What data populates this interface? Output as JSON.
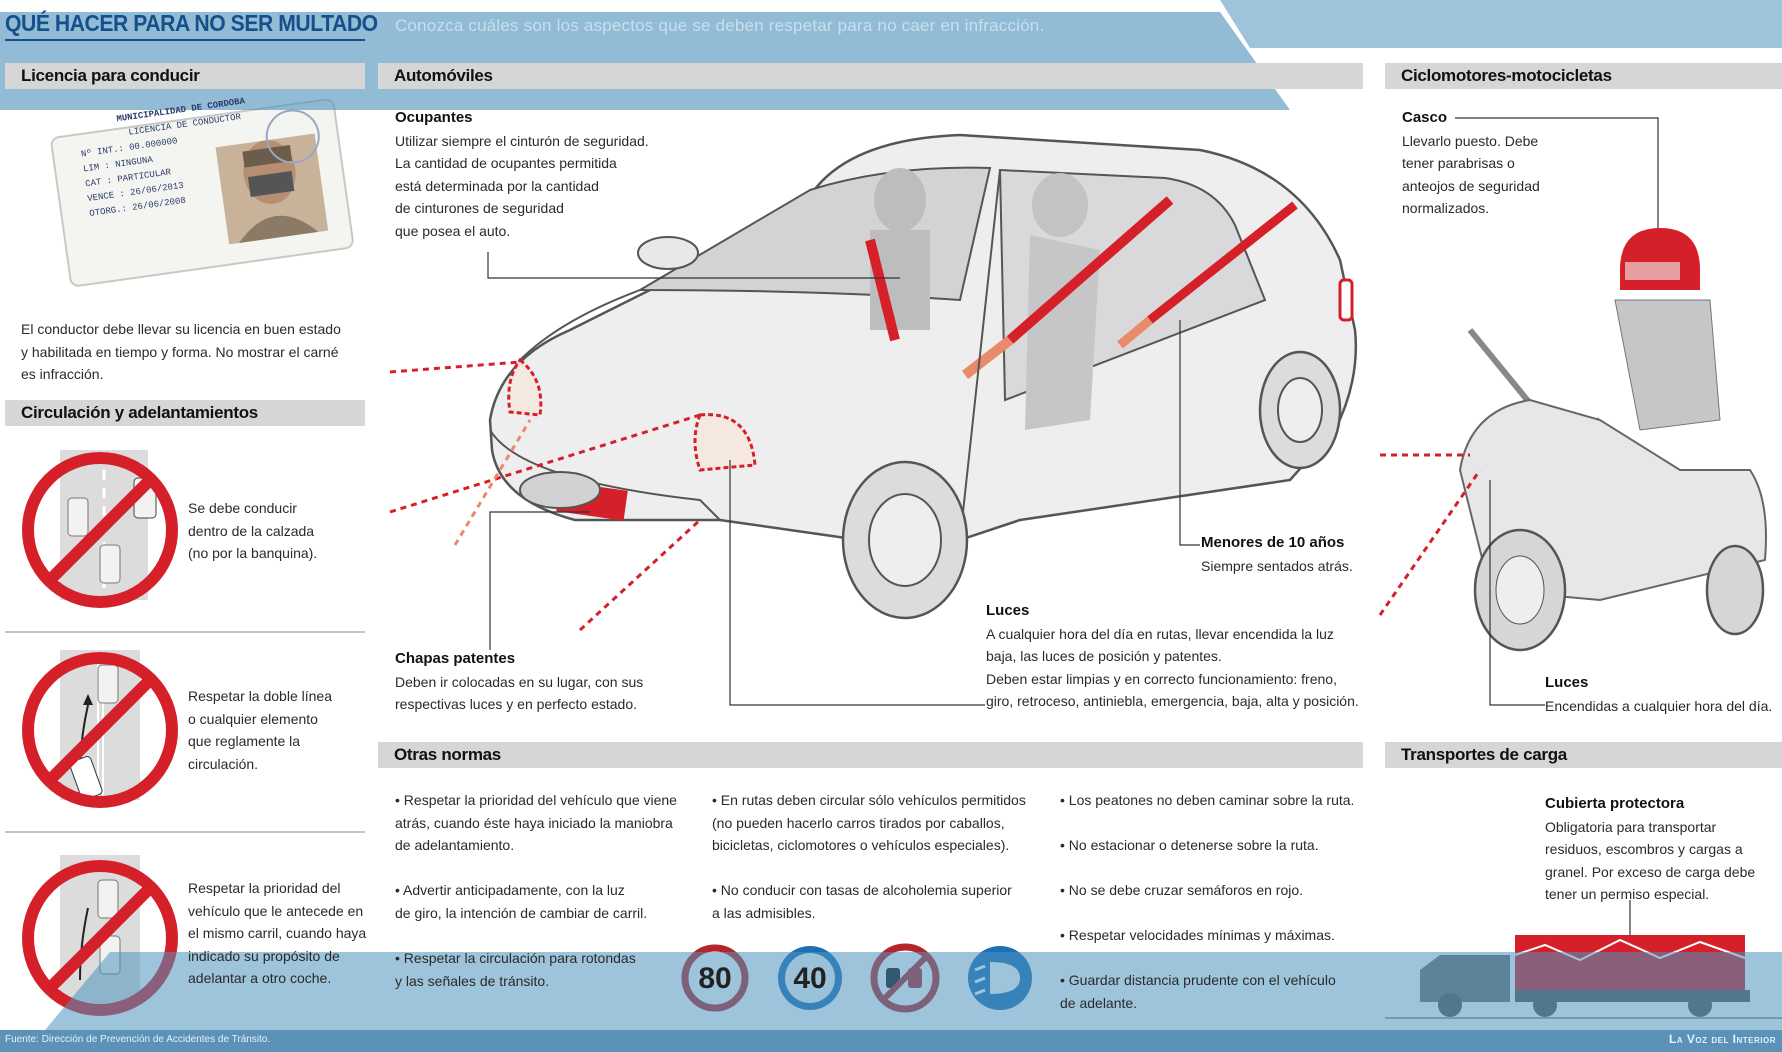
{
  "header": {
    "title": "QUÉ HACER PARA NO SER MULTADO",
    "subtitle": "Conozca cuáles son los aspectos que se deben respetar para no caer en infracción."
  },
  "sections": {
    "licencia": "Licencia para conducir",
    "automoviles": "Automóviles",
    "ciclomotores": "Ciclomotores-motocicletas",
    "circulacion": "Circulación y adelantamientos",
    "otras": "Otras normas",
    "transportes": "Transportes de carga"
  },
  "license_card": {
    "lines": [
      "MUNICIPALIDAD DE CORDOBA",
      "LICENCIA DE CONDUCTOR",
      "Nº INT.: 00.000000",
      "LIM : NINGUNA",
      "CAT : PARTICULAR",
      "VENCE : 26/06/2013",
      "OTORG.: 26/06/2008"
    ]
  },
  "licencia_text": "El conductor debe llevar su licencia en buen estado\ny habilitada en tiempo y forma. No mostrar el carné\nes infracción.",
  "circulacion_items": [
    "Se debe conducir\ndentro de la calzada\n(no por la banquina).",
    "Respetar la doble línea\no cualquier elemento\nque reglamente la\ncirculación.",
    "Respetar la prioridad del\nvehículo que le antecede en\nel mismo carril, cuando haya\nindicado su propósito de\nadelantar a otro coche."
  ],
  "auto": {
    "ocupantes_title": "Ocupantes",
    "ocupantes_text": "Utilizar siempre el cinturón de seguridad.\nLa cantidad de ocupantes permitida\nestá determinada por la cantidad\nde cinturones de seguridad\nque posea el auto.",
    "menores_title": "Menores de 10 años",
    "menores_text": "Siempre sentados atrás.",
    "luces_title": "Luces",
    "luces_text": "A cualquier hora del día en rutas, llevar encendida la luz\nbaja, las luces de posición y patentes.\nDeben estar limpias y en correcto funcionamiento: freno,\ngiro, retroceso, antiniebla, emergencia, baja, alta y posición.",
    "chapas_title": "Chapas patentes",
    "chapas_text": "Deben ir colocadas en su lugar, con sus\nrespectivas luces y en perfecto estado."
  },
  "moto": {
    "casco_title": "Casco",
    "casco_text": "Llevarlo puesto. Debe\ntener parabrisas o\nanteojos de seguridad\nnormalizados.",
    "luces_title": "Luces",
    "luces_text": "Encendidas a cualquier hora del día."
  },
  "otras_normas": {
    "col1": [
      "• Respetar la prioridad del vehículo que viene\natrás, cuando éste haya iniciado la maniobra\nde adelantamiento.",
      "• Advertir anticipadamente, con la luz\nde giro, la intención de cambiar de carril.",
      "• Respetar la circulación para rotondas\ny las señales de tránsito."
    ],
    "col2": [
      "• En rutas deben circular sólo vehículos permitidos\n(no pueden hacerlo carros tirados por caballos,\nbicicletas, ciclomotores o vehículos especiales).",
      "• No conducir con tasas de alcoholemia superior\na las admisibles."
    ],
    "col3": [
      "• Los peatones no deben caminar sobre la ruta.",
      "• No estacionar o detenerse sobre la ruta.",
      "• No se debe cruzar semáforos en rojo.",
      "• Respetar velocidades mínimas y máximas.",
      "• Guardar distancia prudente con el vehículo\nde adelante."
    ],
    "signs": [
      "80",
      "40"
    ]
  },
  "carga": {
    "title": "Cubierta protectora",
    "text": "Obligatoria para transportar\nresiduos, escombros y cargas a\ngranel. Por exceso de carga debe\ntener un permiso especial."
  },
  "footer": {
    "source": "Fuente: Dirección de Prevención de Accidentes de Tránsito.",
    "brand": "La Voz del Interior"
  },
  "colors": {
    "accent_red": "#d5202a",
    "overlay_blue": "#4f93bd",
    "title_blue": "#15508a",
    "bar_gray": "#d6d6d6",
    "sign_blue": "#1e6eb5"
  }
}
